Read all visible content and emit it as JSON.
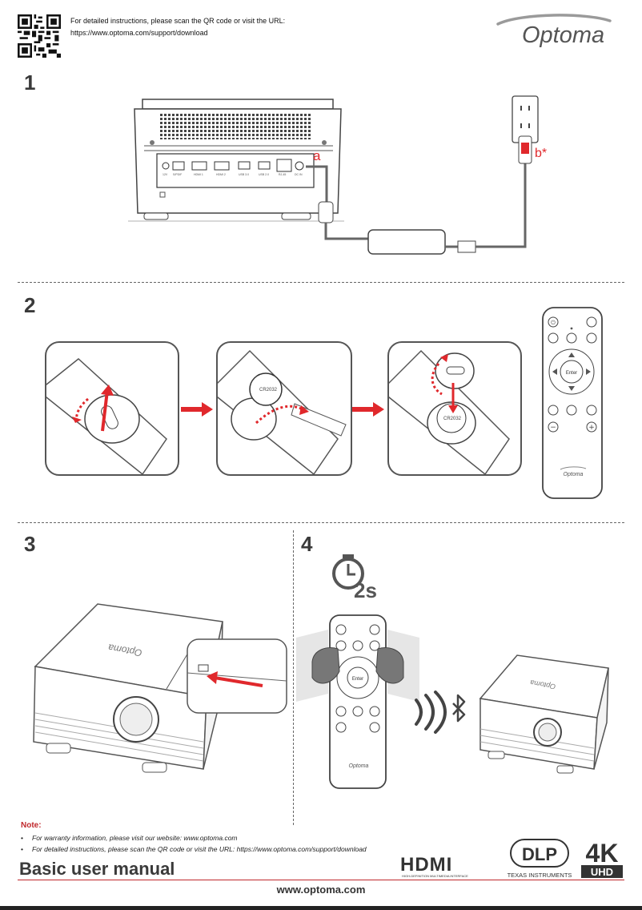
{
  "header": {
    "instruction_line": "For detailed instructions, please scan the QR code or visit the URL:",
    "instruction_url": "https://www.optoma.com/support/download",
    "brand": "Optoma"
  },
  "steps": {
    "step1": "1",
    "step2": "2",
    "step3": "3",
    "step4": "4"
  },
  "step1_labels": {
    "a": "a",
    "b": "b*"
  },
  "ports": [
    "12V",
    "S/PDIF",
    "HDMI 1",
    "HDMI 2",
    "USB 3.0",
    "USB 2.0",
    "RJ-45",
    "DC IN"
  ],
  "remote": {
    "enter": "Enter",
    "brand": "Optoma"
  },
  "step4": {
    "timer": "2s"
  },
  "note": {
    "title": "Note:",
    "items": [
      "For warranty information, please visit our website: www.optoma.com",
      "For detailed instructions, please scan the QR code or visit the URL: https://www.optoma.com/support/download"
    ]
  },
  "footer": {
    "title": "Basic user manual",
    "url": "www.optoma.com",
    "hdmi": "HDMI",
    "hdmi_tagline": "HIGH-DEFINITION MULTIMEDIA INTERFACE",
    "dlp": "DLP",
    "ti": "TEXAS INSTRUMENTS",
    "fourk": "4K",
    "uhd": "UHD"
  },
  "colors": {
    "accent_red": "#e0282c",
    "text_dark": "#3a3a3a"
  }
}
